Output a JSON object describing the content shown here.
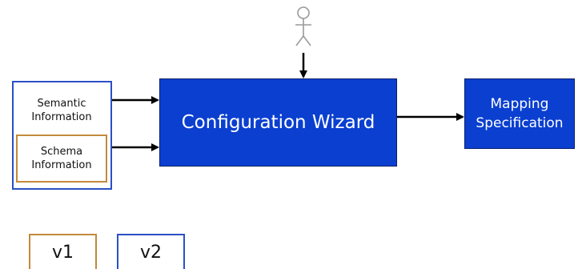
{
  "inputs": {
    "semantic": [
      "Semantic",
      "Information"
    ],
    "schema": [
      "Schema",
      "Information"
    ]
  },
  "wizard": {
    "label": "Configuration Wizard"
  },
  "output": {
    "mapping": [
      "Mapping",
      "Specification"
    ]
  },
  "legend": {
    "v1": "v1",
    "v2": "v2"
  },
  "colors": {
    "process_fill": "#0a3fd0",
    "version1_border": "#c28a3a",
    "version2_border": "#2a4fc6",
    "arrow": "#000000",
    "user_icon": "#9a9a9a"
  },
  "icons": {
    "user": "stick-figure-user-icon"
  }
}
